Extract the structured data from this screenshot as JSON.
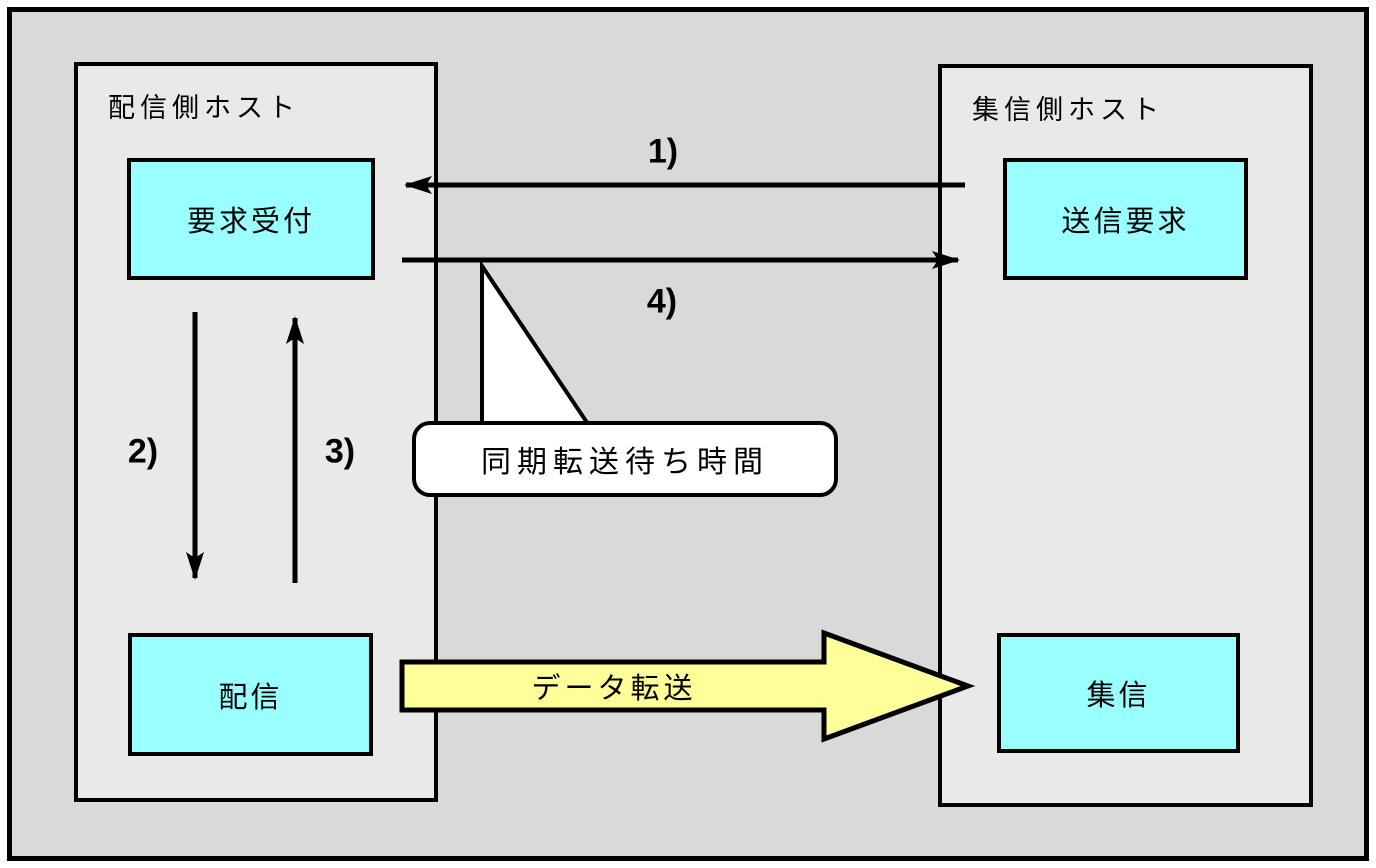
{
  "diagram": {
    "panels": {
      "sender": {
        "label": "配信側ホスト"
      },
      "receiver": {
        "label": "集信側ホスト"
      }
    },
    "nodes": {
      "request_accept": {
        "label": "要求受付"
      },
      "send_request": {
        "label": "送信要求"
      },
      "deliver": {
        "label": "配信"
      },
      "collect": {
        "label": "集信"
      }
    },
    "arrow_labels": {
      "step1": "1)",
      "step2": "2)",
      "step3": "3)",
      "step4": "4)"
    },
    "callout": {
      "label": "同期転送待ち時間"
    },
    "data_transfer": {
      "label": "データ転送"
    },
    "colors": {
      "background": "#d9d9d9",
      "panel_fill": "#e9e9e9",
      "node_fill": "#99ffff",
      "big_arrow_fill": "#ffff99",
      "callout_fill": "#ffffff",
      "outline": "#000000"
    }
  }
}
